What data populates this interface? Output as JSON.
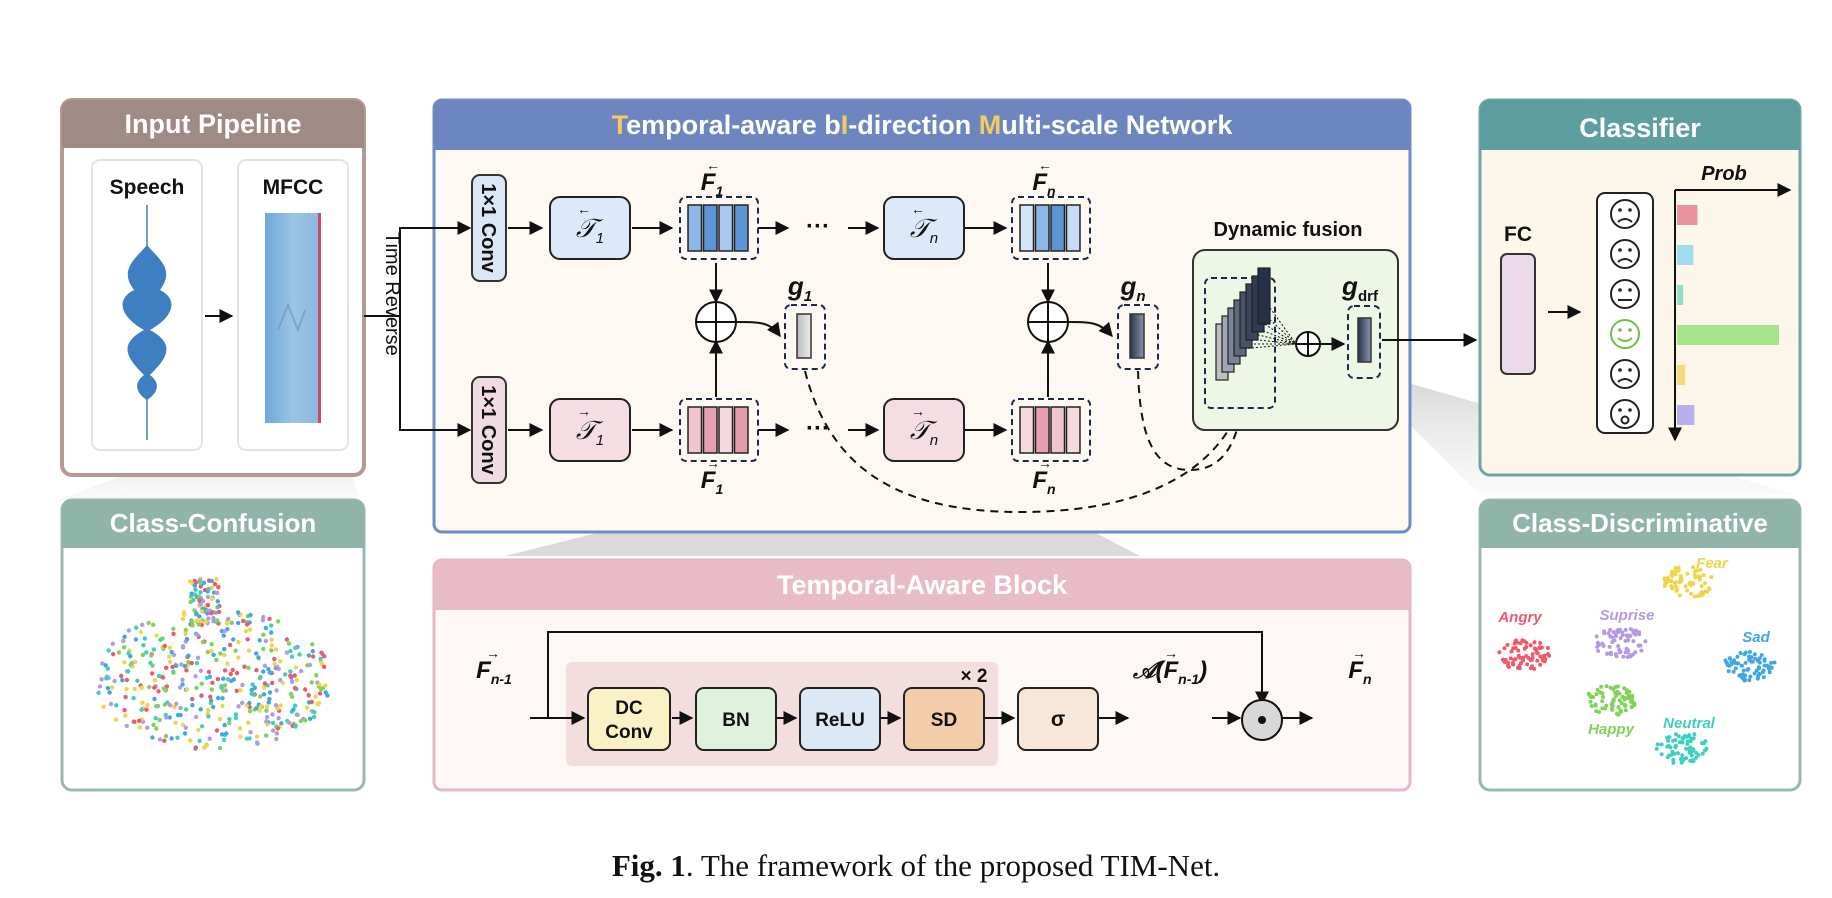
{
  "input_pipeline": {
    "title": "Input Pipeline",
    "speech_label": "Speech",
    "mfcc_label": "MFCC"
  },
  "time_reverse_label": "Time Reverse",
  "network": {
    "title_parts": [
      "T",
      "emporal-aware b",
      "I",
      "-direction ",
      "M",
      "ulti-scale Network"
    ],
    "conv_label": "1×1 Conv",
    "t_forward_1": "𝒯⃗1",
    "t_backward_1": "𝒯1",
    "f_index_1": "1",
    "f_index_n": "n",
    "t_index_1": "1",
    "t_index_n": "n",
    "g1_label": "g",
    "g1_sub": "1",
    "gn_label": "g",
    "gn_sub": "n",
    "ellipsis": "···",
    "dynamic_fusion_label": "Dynamic fusion",
    "gdrf_label": "g",
    "gdrf_sub": "drf"
  },
  "classifier": {
    "title": "Classifier",
    "fc_label": "FC",
    "prob_label": "Prob",
    "emotions": [
      {
        "name": "angry",
        "prob": 0.2,
        "color": "#e8939b"
      },
      {
        "name": "fear",
        "prob": 0.16,
        "color": "#9fdcf0"
      },
      {
        "name": "neutral",
        "prob": 0.06,
        "color": "#8ee0c9"
      },
      {
        "name": "happy",
        "prob": 1.0,
        "color": "#a6e58a"
      },
      {
        "name": "sad",
        "prob": 0.08,
        "color": "#f4da7b"
      },
      {
        "name": "surprise",
        "prob": 0.17,
        "color": "#b8aef0"
      }
    ]
  },
  "class_confusion": {
    "title": "Class-Confusion"
  },
  "class_discriminative": {
    "title": "Class-Discriminative",
    "clusters": [
      {
        "label": "Fear",
        "color": "#f0d44a"
      },
      {
        "label": "Angry",
        "color": "#ee5a6a"
      },
      {
        "label": "Suprise",
        "color": "#b49ae6"
      },
      {
        "label": "Sad",
        "color": "#3fa7e6"
      },
      {
        "label": "Happy",
        "color": "#7fd35b"
      },
      {
        "label": "Neutral",
        "color": "#3fcfc0"
      }
    ]
  },
  "temporal_block": {
    "title": "Temporal-Aware Block",
    "input_label": "F",
    "input_sub": "n-1",
    "dc_conv": "DC Conv",
    "dc_line1": "DC",
    "dc_line2": "Conv",
    "bn": "BN",
    "relu": "ReLU",
    "sd": "SD",
    "repeat": "× 2",
    "sigma": "σ",
    "attention_label": "𝒜(F⃗",
    "attention_sub": "n-1",
    "attention_close": ")",
    "output_label": "F",
    "output_sub": "n"
  },
  "caption": {
    "prefix": "Fig. 1",
    "text": ". The framework of the proposed TIM-Net."
  }
}
